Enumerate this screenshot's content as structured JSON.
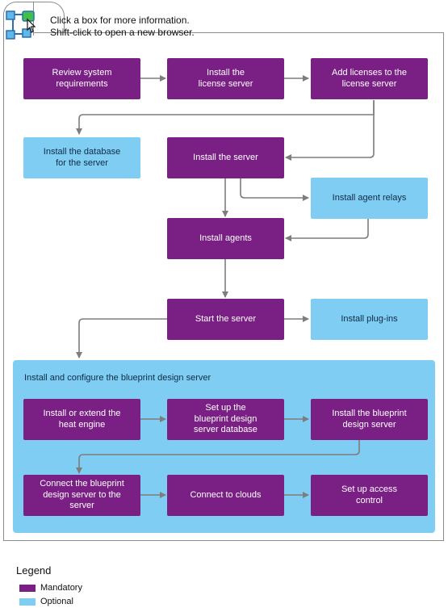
{
  "instructions": {
    "line1": "Click a box for more information.",
    "line2": "Shift-click to open a new browser."
  },
  "icon": {
    "name": "flowchart-click-icon"
  },
  "colors": {
    "mandatory": "#7a1f84",
    "optional": "#80cdf3",
    "arrow": "#7d7d7d"
  },
  "steps": {
    "review": "Review system requirements",
    "install_license_server": "Install the license server",
    "add_licenses": "Add licenses to the license server",
    "install_database": "Install the database for the server",
    "install_server": "Install the server",
    "install_agent_relays": "Install agent relays",
    "install_agents": "Install agents",
    "start_server": "Start the server",
    "install_plugins": "Install plug-ins"
  },
  "group": {
    "title": "Install and configure the blueprint design server",
    "steps": {
      "heat_engine": "Install or extend the heat engine",
      "setup_db": "Set up the blueprint design server database",
      "install_bp": "Install the blueprint design server",
      "connect_bp": "Connect the blueprint design server to the server",
      "connect_clouds": "Connect to clouds",
      "access_control": "Set up access control"
    }
  },
  "legend": {
    "title": "Legend",
    "mandatory": "Mandatory",
    "optional": "Optional"
  }
}
